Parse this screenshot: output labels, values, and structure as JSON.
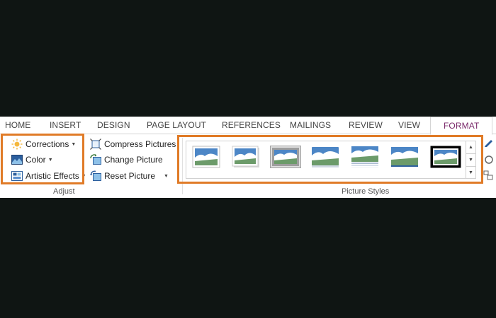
{
  "tabs": [
    "HOME",
    "INSERT",
    "DESIGN",
    "PAGE LAYOUT",
    "REFERENCES",
    "MAILINGS",
    "REVIEW",
    "VIEW",
    "FORMAT"
  ],
  "active_tab": "FORMAT",
  "adjust": {
    "corrections": "Corrections",
    "color": "Color",
    "artistic_effects": "Artistic Effects",
    "compress": "Compress Pictures",
    "change": "Change Picture",
    "reset": "Reset Picture",
    "group_label": "Adjust"
  },
  "picture_styles": {
    "group_label": "Picture Styles"
  },
  "colors": {
    "accent_tab": "#7b2a6b",
    "highlight": "#e07b27"
  }
}
